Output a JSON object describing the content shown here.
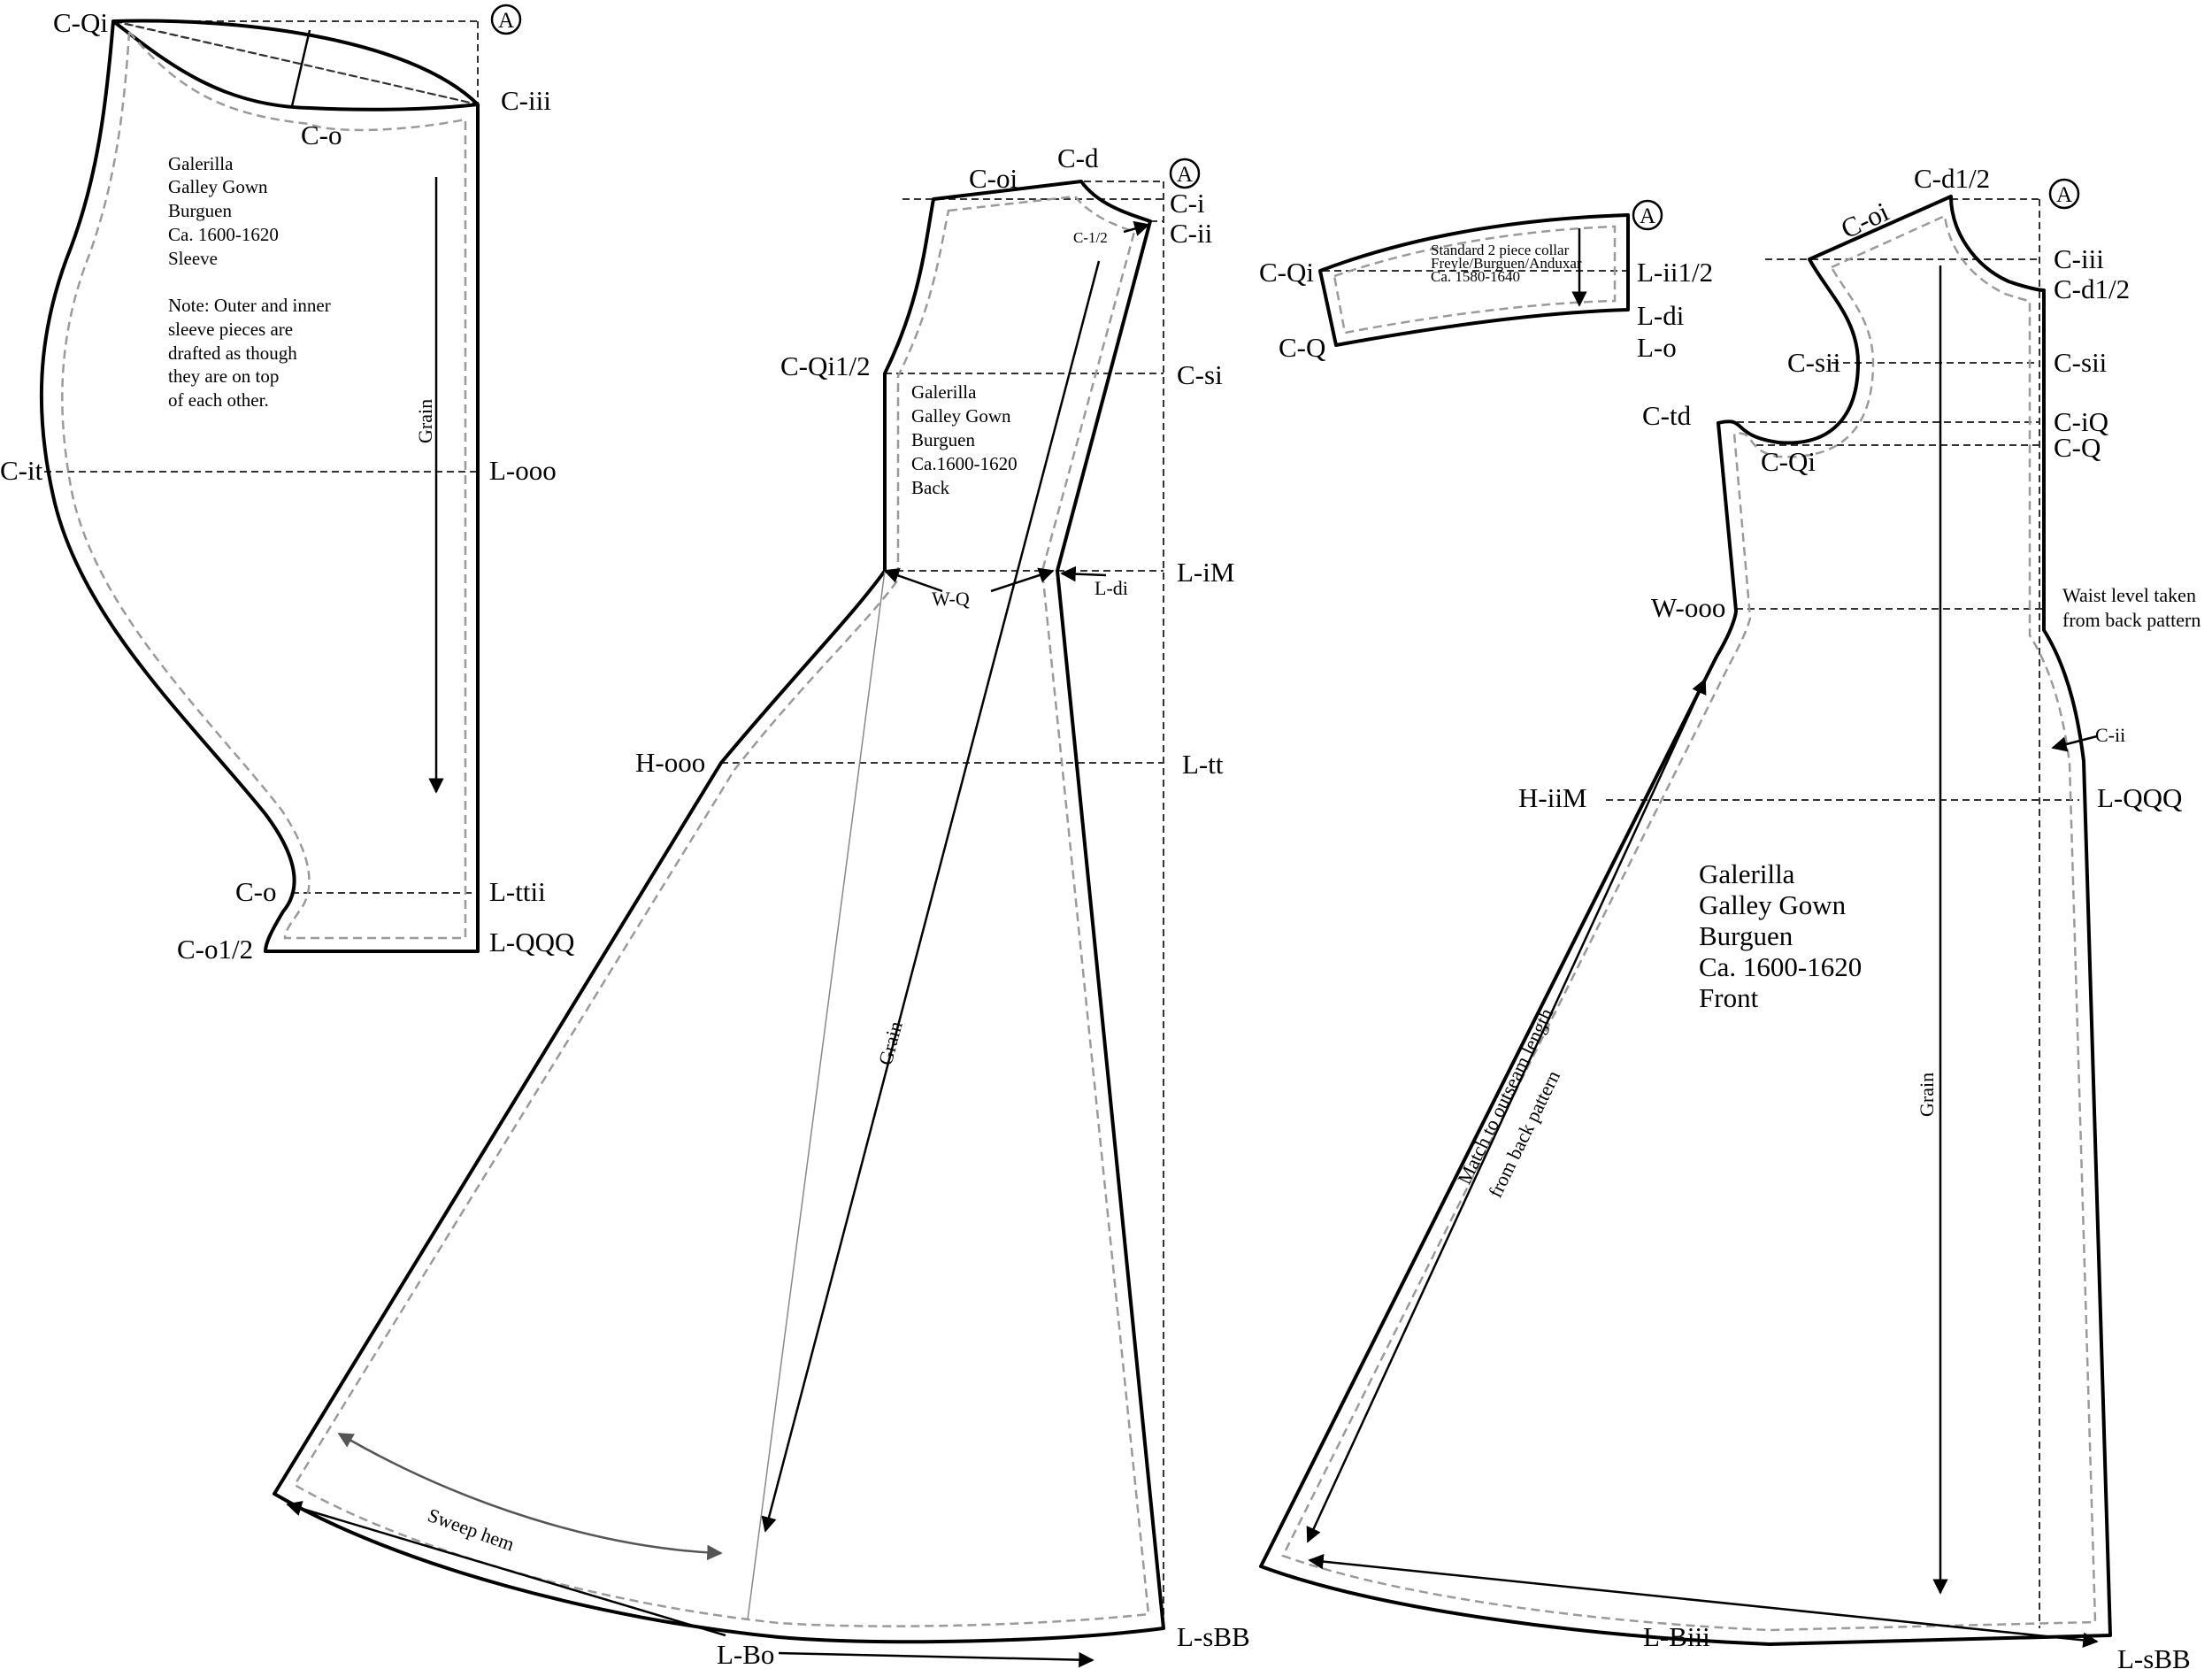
{
  "sleeve": {
    "title_lines": [
      "Galerilla",
      "Galley Gown",
      "Burguen",
      "Ca. 1600-1620",
      "Sleeve"
    ],
    "note_lines": [
      "Note: Outer and inner",
      "sleeve pieces are",
      "drafted as though",
      "they are on top",
      "of each other."
    ],
    "grain": "Grain",
    "marker": "A",
    "labels": {
      "c_qi": "C-Qi",
      "c_iii": "C-iii",
      "c_o_top": "C-o",
      "c_it": "C-it",
      "l_ooo": "L-ooo",
      "c_o_bottom": "C-o",
      "l_ttii": "L-ttii",
      "c_o12": "C-o1/2",
      "l_qqq": "L-QQQ"
    }
  },
  "back": {
    "title_lines": [
      "Galerilla",
      "Galley Gown",
      "Burguen",
      "Ca.1600-1620",
      "Back"
    ],
    "grain": "Grain",
    "marker": "A",
    "labels": {
      "c_oi": "C-oi",
      "c_d": "C-d",
      "c_i": "C-i",
      "c_ii": "C-ii",
      "c_half": "C-1/2",
      "c_qi12": "C-Qi1/2",
      "c_si": "C-si",
      "l_im": "L-iM",
      "w_q": "W-Q",
      "l_di": "L-di",
      "h_ooo": "H-ooo",
      "l_tt": "L-tt",
      "sweep_hem": "Sweep hem",
      "l_bo": "L-Bo",
      "l_sbb": "L-sBB"
    }
  },
  "collar": {
    "note_lines": [
      "Standard 2 piece collar",
      "Freyle/Burguen/Anduxar",
      "Ca. 1580-1640"
    ],
    "marker": "A",
    "labels": {
      "c_qi": "C-Qi",
      "c_q": "C-Q",
      "l_ii12": "L-ii1/2",
      "l_di": "L-di",
      "l_o": "L-o"
    }
  },
  "front": {
    "title_lines": [
      "Galerilla",
      "Galley Gown",
      "Burguen",
      "Ca. 1600-1620",
      "Front"
    ],
    "grain": "Grain",
    "marker": "A",
    "match_note": [
      "Match to outseam length",
      "from back pattern"
    ],
    "waist_note": [
      "Waist level taken",
      "from back pattern"
    ],
    "labels": {
      "c_d12_top": "C-d1/2",
      "c_oi": "C-oi",
      "c_iii": "C-iii",
      "c_d12_right": "C-d1/2",
      "c_sii_left": "C-sii",
      "c_sii_right": "C-sii",
      "c_td": "C-td",
      "c_iq": "C-iQ",
      "c_qi": "C-Qi",
      "c_q": "C-Q",
      "w_ooo": "W-ooo",
      "c_ii": "C-ii",
      "h_iim": "H-iiM",
      "l_qqq": "L-QQQ",
      "l_biii": "L-Biii",
      "l_sbb": "L-sBB"
    }
  }
}
